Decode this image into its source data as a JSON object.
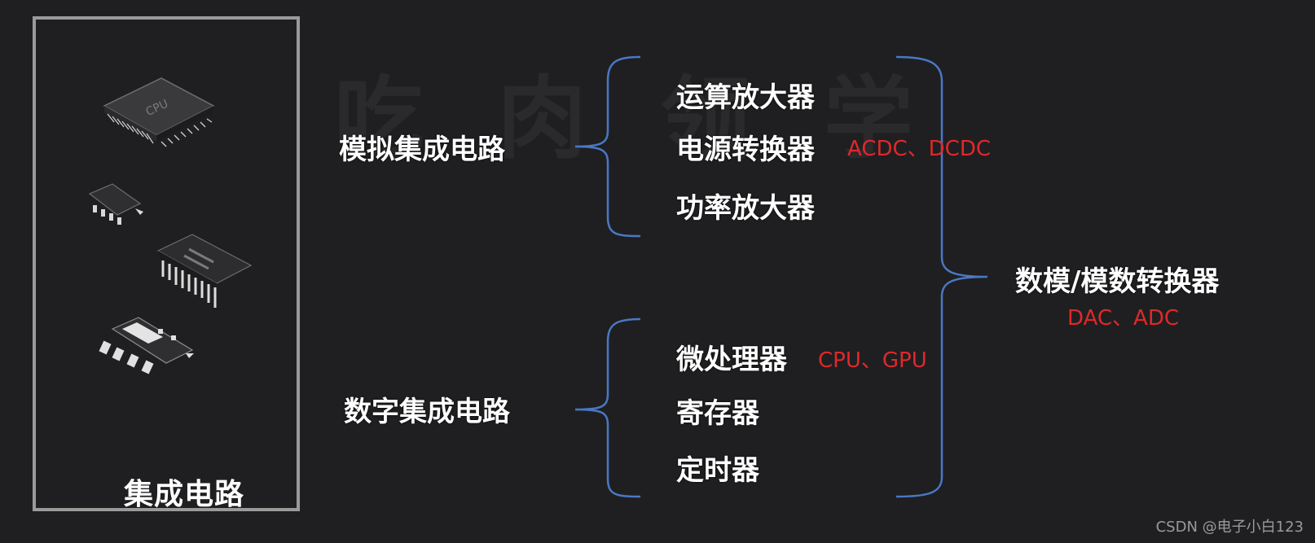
{
  "frame": {
    "label": "集成电路"
  },
  "analog": {
    "title": "模拟集成电路",
    "items": [
      "运算放大器",
      "电源转换器",
      "功率放大器"
    ],
    "notes": {
      "power_converter": "ACDC、DCDC"
    }
  },
  "digital": {
    "title": "数字集成电路",
    "items": [
      "微处理器",
      "寄存器",
      "定时器"
    ],
    "notes": {
      "microprocessor": "CPU、GPU"
    }
  },
  "converter": {
    "title": "数模/模数转换器",
    "note": "DAC、ADC"
  },
  "chip_labels": {
    "cpu": "CPU"
  },
  "watermark": "CSDN @电子小白123",
  "colors": {
    "brace": "#4a78c4",
    "note": "#e0282a",
    "text": "#ffffff",
    "frame": "#9a9a9a"
  }
}
